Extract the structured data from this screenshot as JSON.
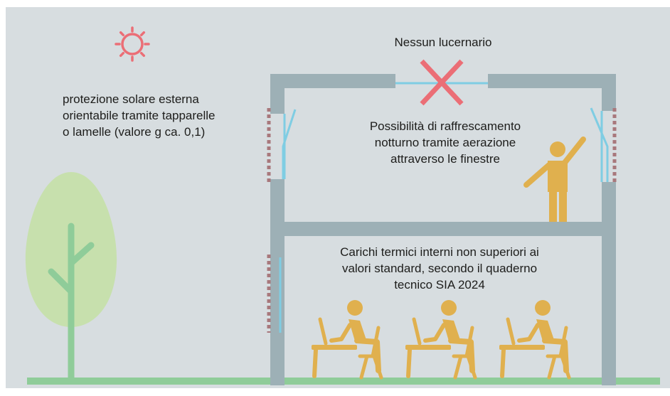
{
  "labels": {
    "no_skylight": "Nessun lucernario",
    "sun_protection": [
      "protezione solare esterna",
      "orientabile tramite tapparelle",
      "o lamelle (valore g ca. 0,1)"
    ],
    "night_cooling": [
      "Possibilità di raffrescamento",
      "notturno tramite aerazione",
      "attraverso le finestre"
    ],
    "internal_loads": [
      "Carichi termici interni non superiori ai",
      "valori standard, secondo il quaderno",
      "tecnico SIA 2024"
    ]
  },
  "colors": {
    "background": "#d7dde0",
    "wall": "#9db0b6",
    "window": "#7fcde3",
    "shading": "#a8787c",
    "cross": "#eb6e76",
    "sun": "#eb6e76",
    "person": "#e0b04e",
    "tree_crown": "#c7e0ad",
    "tree_trunk": "#8fcc99",
    "ground": "#8fcc99"
  },
  "icons": [
    "sun-icon",
    "cross-icon",
    "tree-icon",
    "person-icon",
    "desk-worker-icon"
  ]
}
